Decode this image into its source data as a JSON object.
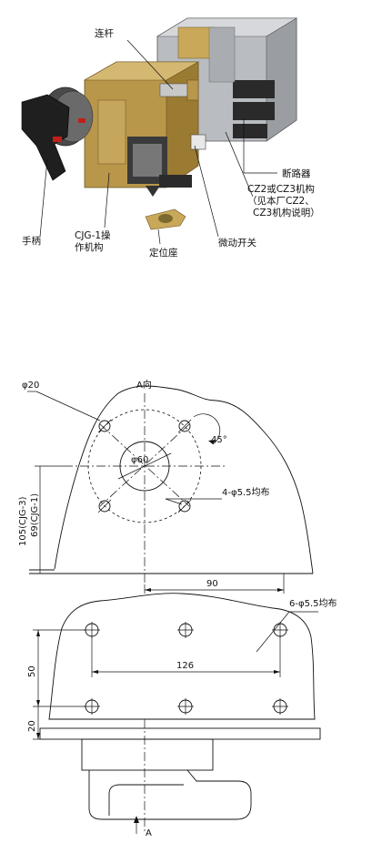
{
  "top_photo": {
    "labels": {
      "linkage": "连杆",
      "breaker": "断路器",
      "mechanism_line1": "CZ2或CZ3机构",
      "mechanism_line2": "（见本厂CZ2、",
      "mechanism_line3": "CZ3机构说明）",
      "handle": "手柄",
      "cjg_line1": "CJG-1操",
      "cjg_line2": "作机构",
      "micro_switch": "微动开关",
      "base": "定位座"
    }
  },
  "side_view": {
    "phi20": "φ20",
    "arrow_a_top": "A向",
    "angle": "45°",
    "phi60": "φ60",
    "holes_4": "4-φ5.5均布",
    "height_line1": "105(CJG-3)",
    "height_line2": "69(CJG-1)",
    "dim_90": "90"
  },
  "plan_view": {
    "holes_6": "6-φ5.5均布",
    "dim_126": "126",
    "dim_50": "50",
    "dim_20": "20",
    "arrow_a_bottom": "A"
  },
  "colors": {
    "line": "#111111",
    "brass": "#b8964a",
    "steel": "#b9bcc0",
    "dark": "#2a2a2a",
    "red": "#c0201a"
  }
}
